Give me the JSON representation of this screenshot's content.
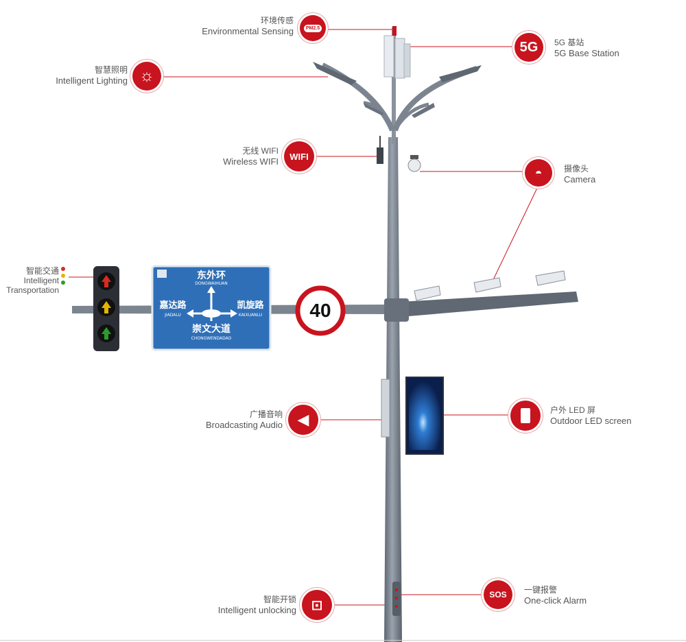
{
  "colors": {
    "accent": "#c8141e",
    "pole": "#76808c",
    "sign_blue": "#2f6fb7"
  },
  "features": {
    "environmental": {
      "zh": "环境传感",
      "en": "Environmental Sensing",
      "badge": "PM2.5",
      "icon": "cloud-icon"
    },
    "base_station": {
      "zh": "5G 基站",
      "en": "5G Base Station",
      "badge": "5G",
      "icon": "5g-signal-icon"
    },
    "lighting": {
      "zh": "智慧照明",
      "en": "Intelligent Lighting",
      "icon": "sun-icon"
    },
    "wifi": {
      "zh": "无线 WIFI",
      "en": "Wireless WIFI",
      "badge": "WIFI",
      "icon": "wifi-icon"
    },
    "camera": {
      "zh": "摄像头",
      "en": "Camera",
      "icon": "dome-camera-icon"
    },
    "traffic": {
      "zh": "智能交通",
      "en1": "Intelligent",
      "en2": "Transportation",
      "icon": "traffic-dots-icon"
    },
    "audio": {
      "zh": "广播音响",
      "en": "Broadcasting Audio",
      "icon": "speaker-icon"
    },
    "led": {
      "zh": "户外 LED 屏",
      "en": "Outdoor LED screen",
      "icon": "phone-screen-icon"
    },
    "unlocking": {
      "zh": "智能开锁",
      "en": "Intelligent unlocking",
      "icon": "lock-icon"
    },
    "alarm": {
      "zh": "一键报警",
      "en": "One-click Alarm",
      "badge": "SOS",
      "icon": "sos-icon"
    }
  },
  "road_sign": {
    "north_zh": "东外环",
    "north_en": "DONGWAIHUAN",
    "west_zh": "嘉达路",
    "west_en": "JIADALU",
    "east_zh": "凯旋路",
    "east_en": "KAIXUANLU",
    "south_zh": "崇文大道",
    "south_en": "CHONGWENDADAO"
  },
  "speed_limit": "40"
}
